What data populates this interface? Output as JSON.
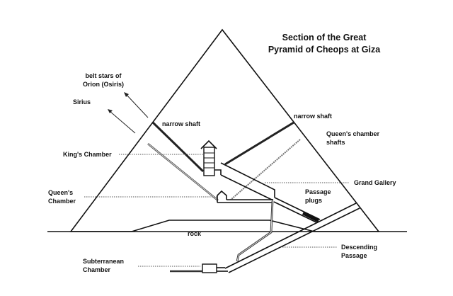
{
  "title": {
    "line1": "Section of the Great",
    "line2": "Pyramid of Cheops at Giza"
  },
  "labels": {
    "belt_stars_1": "belt stars of",
    "belt_stars_2": "Orion (Osiris)",
    "sirius": "Sirius",
    "narrow_shaft_left": "narrow shaft",
    "narrow_shaft_right": "narrow shaft",
    "queens_shafts_1": "Queen's chamber",
    "queens_shafts_2": "shafts",
    "kings_chamber": "King's Chamber",
    "queens_chamber_1": "Queen's",
    "queens_chamber_2": "Chamber",
    "grand_gallery": "Grand Gallery",
    "passage_plugs_1": "Passage",
    "passage_plugs_2": "plugs",
    "rock": "rock",
    "descending_1": "Descending",
    "descending_2": "Passage",
    "subterranean_1": "Subterranean",
    "subterranean_2": "Chamber"
  }
}
